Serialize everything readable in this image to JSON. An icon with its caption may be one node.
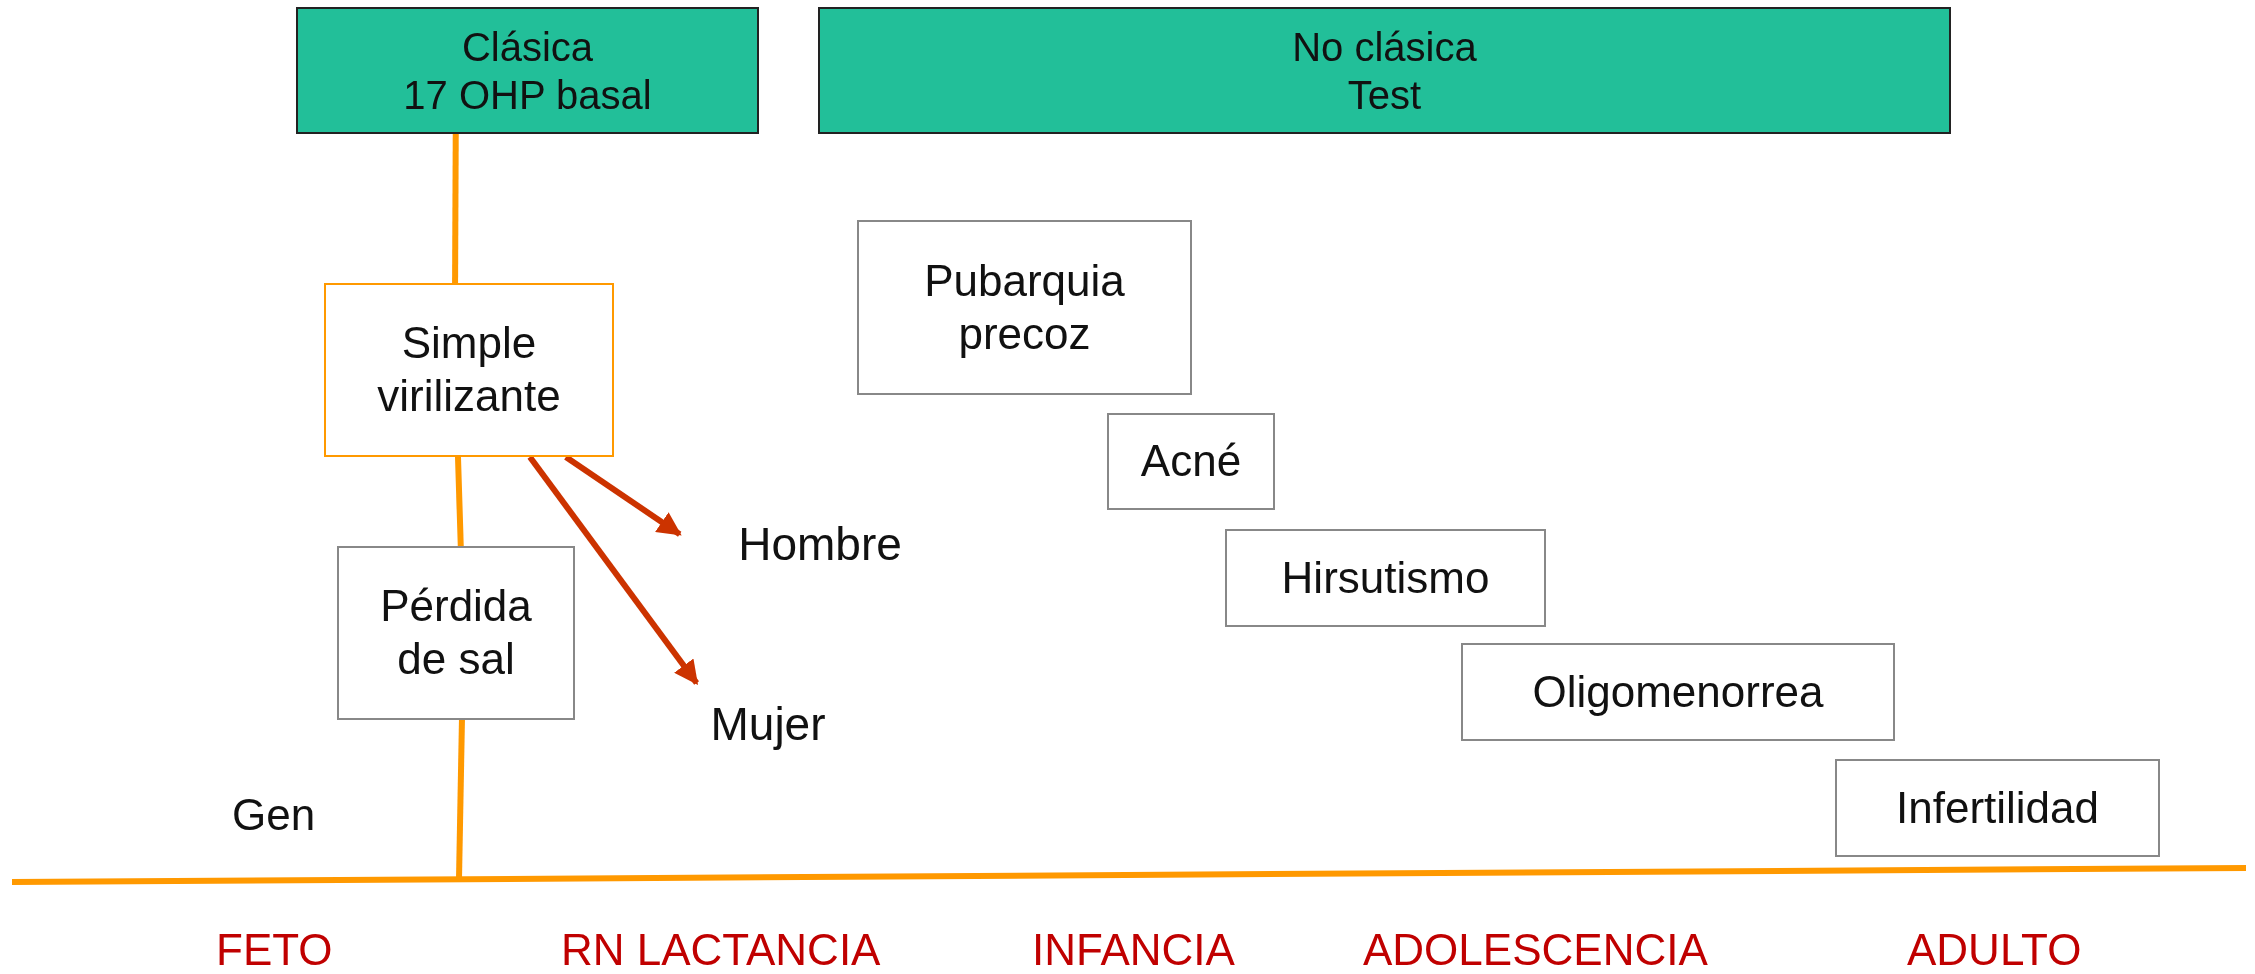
{
  "diagram": {
    "nodes": [
      {
        "text": [
          "Clásica",
          "17 OHP basal"
        ]
      },
      {
        "text": [
          "No clásica",
          "Test"
        ]
      },
      {
        "text": [
          "Simple virilizante"
        ]
      },
      {
        "text": [
          "Pérdida de sal"
        ]
      },
      {
        "text": [
          "Hombre"
        ]
      },
      {
        "text": [
          "Mujer"
        ]
      },
      {
        "text": [
          "Pubarquia precoz"
        ]
      },
      {
        "text": [
          "Acné"
        ]
      },
      {
        "text": [
          "Hirsutismo"
        ]
      },
      {
        "text": [
          "Oligomenorrea"
        ]
      },
      {
        "text": [
          "Infertilidad"
        ]
      }
    ],
    "edges": [
      {
        "from": 0,
        "to": 2,
        "arrow": "none"
      },
      {
        "from": 2,
        "to": 3,
        "arrow": "none"
      },
      {
        "from": 3,
        "to": null,
        "arrow": "none"
      },
      {
        "from": 2,
        "to": 4,
        "arrow": "to",
        "color": "#cc3300"
      },
      {
        "from": 2,
        "to": 5,
        "arrow": "to",
        "color": "#cc3300"
      }
    ],
    "labels": [
      "Gen",
      "FETO",
      "RN LACTANCIA",
      "INFANCIA",
      "ADOLESCENCIA",
      "ADULTO"
    ]
  }
}
